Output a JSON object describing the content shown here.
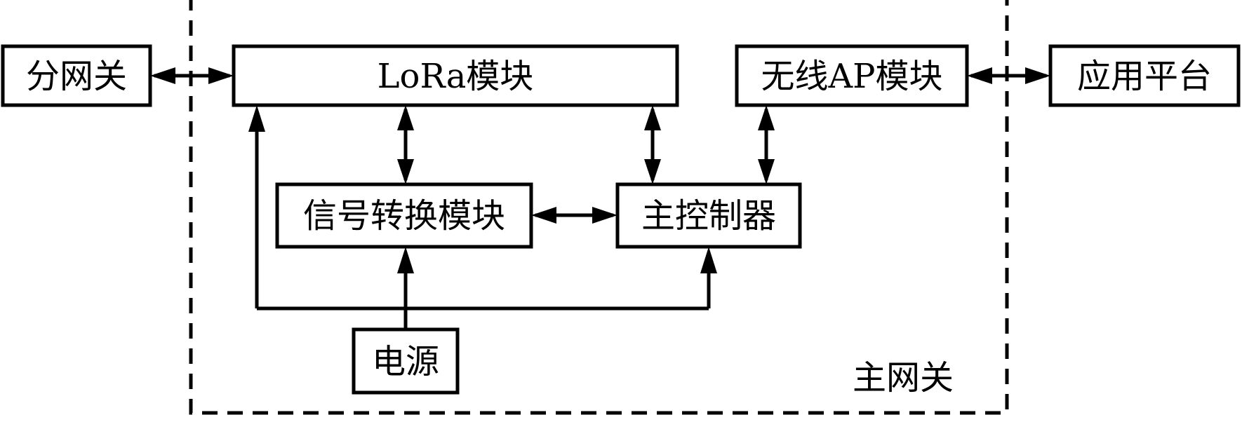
{
  "diagram": {
    "group_label": "主网关",
    "nodes": {
      "sub_gateway": "分网关",
      "lora_module": "LoRa模块",
      "wireless_ap_module": "无线AP模块",
      "app_platform": "应用平台",
      "signal_conversion_module": "信号转换模块",
      "main_controller": "主控制器",
      "power_supply": "电源"
    }
  },
  "colors": {
    "stroke": "#000000",
    "background": "#ffffff"
  }
}
